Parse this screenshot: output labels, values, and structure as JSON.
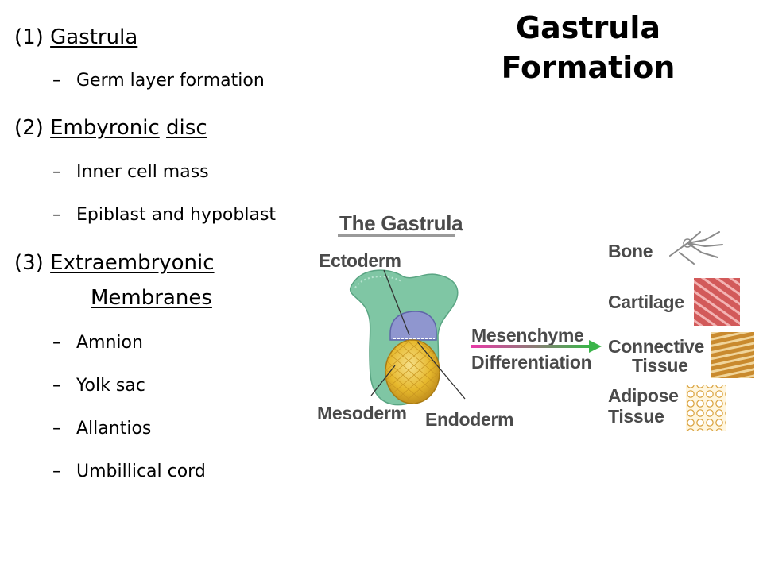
{
  "slide": {
    "title_line1": "Gastrula",
    "title_line2": "Formation",
    "sections": [
      {
        "number": "(1)",
        "heading": "Gastrula",
        "items": [
          "Germ layer formation"
        ]
      },
      {
        "number": "(2)",
        "heading_word1": "Embyronic",
        "heading_word2": "disc",
        "items": [
          "Inner cell mass",
          "Epiblast and hypoblast"
        ]
      },
      {
        "number": "(3)",
        "heading_line1": "Extraembryonic",
        "heading_line2": "Membranes",
        "items": [
          "Amnion",
          "Yolk sac",
          "Allantios",
          "Umbillical cord"
        ]
      }
    ],
    "bullet_dash": "–"
  },
  "diagram": {
    "title": "The Gastrula",
    "label_ectoderm": "Ectoderm",
    "label_mesoderm": "Mesoderm",
    "label_endoderm": "Endoderm",
    "arrow_label_1": "Mesenchyme",
    "arrow_label_2": "Differentiation",
    "tissues": [
      "Bone",
      "Cartilage",
      "Connective",
      "Tissue",
      "Adipose",
      "Tissue"
    ],
    "colors": {
      "embryo_green": "#7fc6a4",
      "ectoderm_blue": "#8f96cf",
      "yolk_gold": "#e6b82c",
      "arrow_pink": "#e93aa8",
      "arrow_green": "#3bb54a",
      "cartilage_red": "#d25a5a",
      "connective_orange": "#c98a2e",
      "adipose_yellow": "#f1cf6a"
    }
  }
}
